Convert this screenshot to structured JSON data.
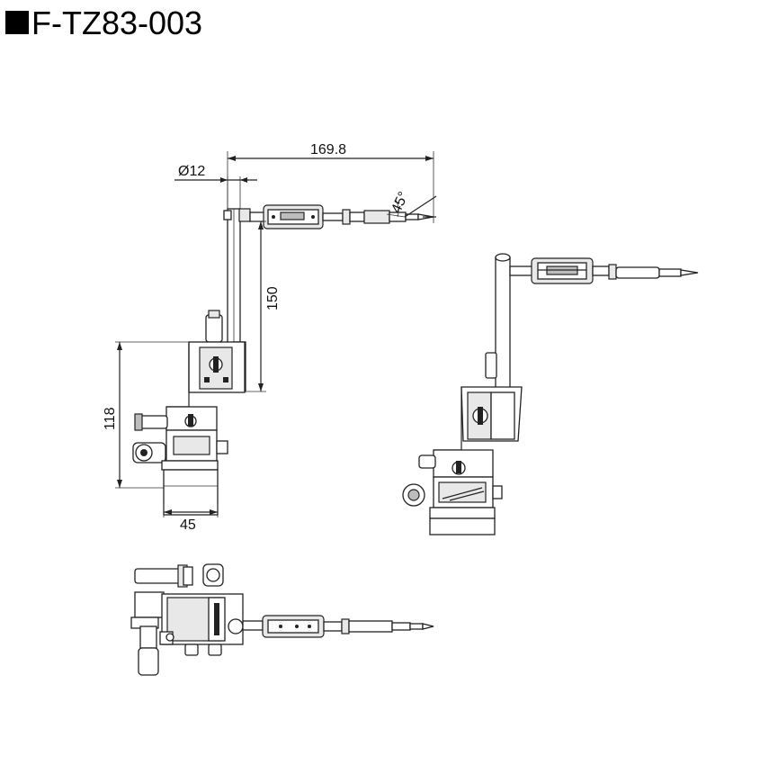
{
  "title": "F-TZ83-003",
  "dimensions": {
    "total_length": "169.8",
    "rod_diameter": "Ø12",
    "vertical_height": "150",
    "stage_height": "118",
    "base_width": "45",
    "tip_angle": "45°"
  },
  "colors": {
    "line": "#222222",
    "background": "#ffffff"
  }
}
